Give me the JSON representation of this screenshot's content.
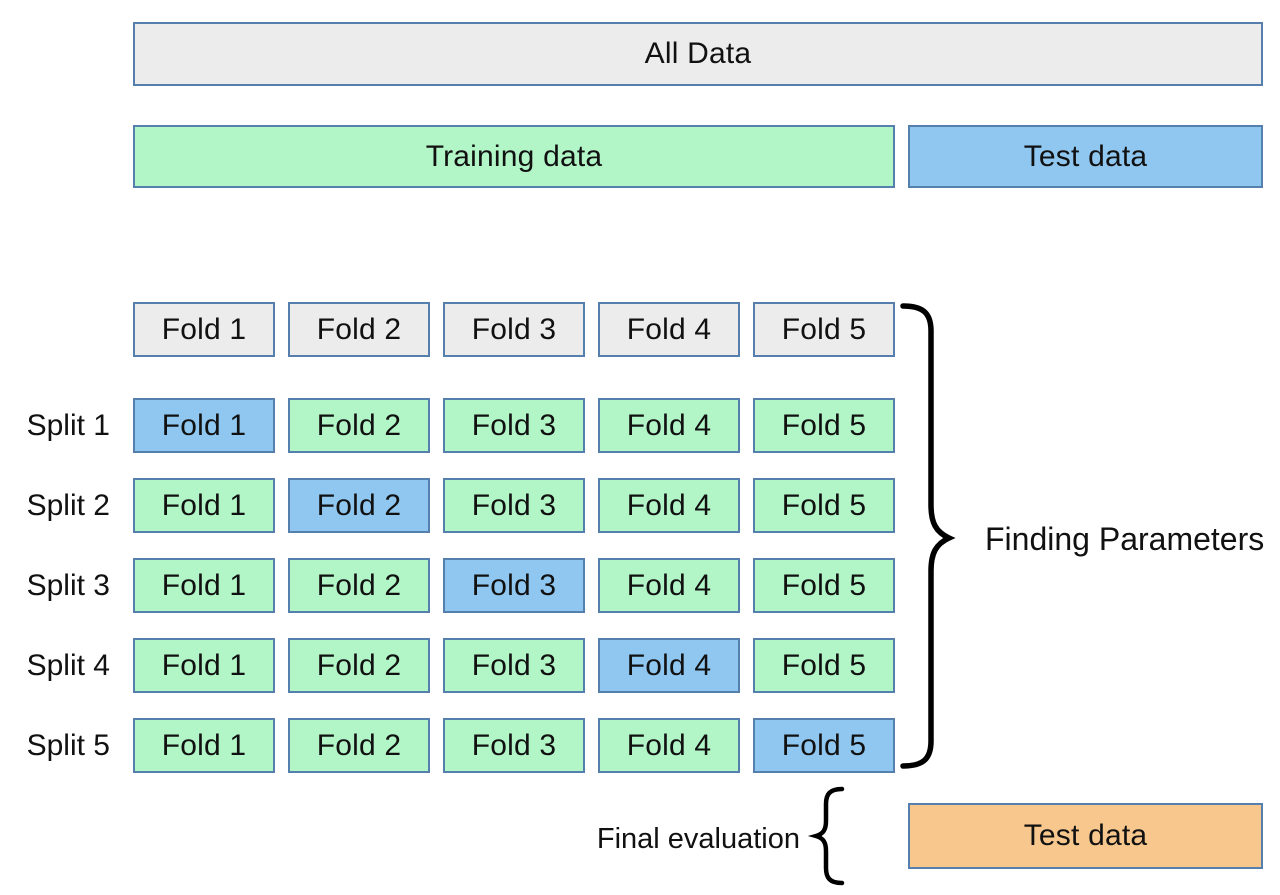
{
  "colors": {
    "gray": "#ececec",
    "green": "#b2f6c8",
    "blue": "#8fc7f0",
    "orange": "#f7c78d",
    "border": "#5580ad",
    "text": "#111111"
  },
  "overview": {
    "all_data_label": "All Data",
    "training_label": "Training data",
    "test_label": "Test data"
  },
  "grid": {
    "fold_headers": [
      "Fold 1",
      "Fold 2",
      "Fold 3",
      "Fold 4",
      "Fold 5"
    ],
    "splits": [
      {
        "label": "Split 1",
        "folds": [
          "Fold 1",
          "Fold 2",
          "Fold 3",
          "Fold 4",
          "Fold 5"
        ],
        "test_fold_index": 0
      },
      {
        "label": "Split 2",
        "folds": [
          "Fold 1",
          "Fold 2",
          "Fold 3",
          "Fold 4",
          "Fold 5"
        ],
        "test_fold_index": 1
      },
      {
        "label": "Split 3",
        "folds": [
          "Fold 1",
          "Fold 2",
          "Fold 3",
          "Fold 4",
          "Fold 5"
        ],
        "test_fold_index": 2
      },
      {
        "label": "Split 4",
        "folds": [
          "Fold 1",
          "Fold 2",
          "Fold 3",
          "Fold 4",
          "Fold 5"
        ],
        "test_fold_index": 3
      },
      {
        "label": "Split 5",
        "folds": [
          "Fold 1",
          "Fold 2",
          "Fold 3",
          "Fold 4",
          "Fold 5"
        ],
        "test_fold_index": 4
      }
    ]
  },
  "annotations": {
    "finding_parameters": "Finding Parameters",
    "final_evaluation": "Final evaluation"
  },
  "final_test": {
    "label": "Test data"
  }
}
